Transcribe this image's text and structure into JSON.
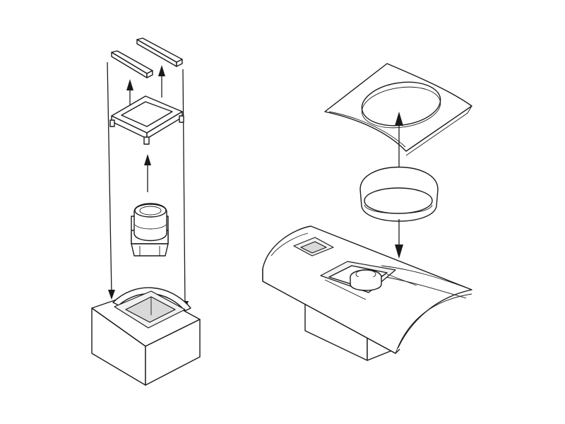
{
  "diagram": {
    "background_color": "#ffffff",
    "line_color": "#1a1a1a",
    "left_assembly": {
      "parts": [
        "strip-left",
        "strip-right",
        "square-frame",
        "lens-cylinder",
        "base-box"
      ],
      "arrows": [
        "up-to-strip-left",
        "up-to-strip-right",
        "up-to-frame",
        "down-to-base-left",
        "down-to-base-right"
      ]
    },
    "right_assembly": {
      "parts": [
        "curved-panel",
        "ring",
        "fuselage-section"
      ],
      "arrows": [
        "up-to-panel",
        "down-to-fuselage"
      ]
    }
  }
}
